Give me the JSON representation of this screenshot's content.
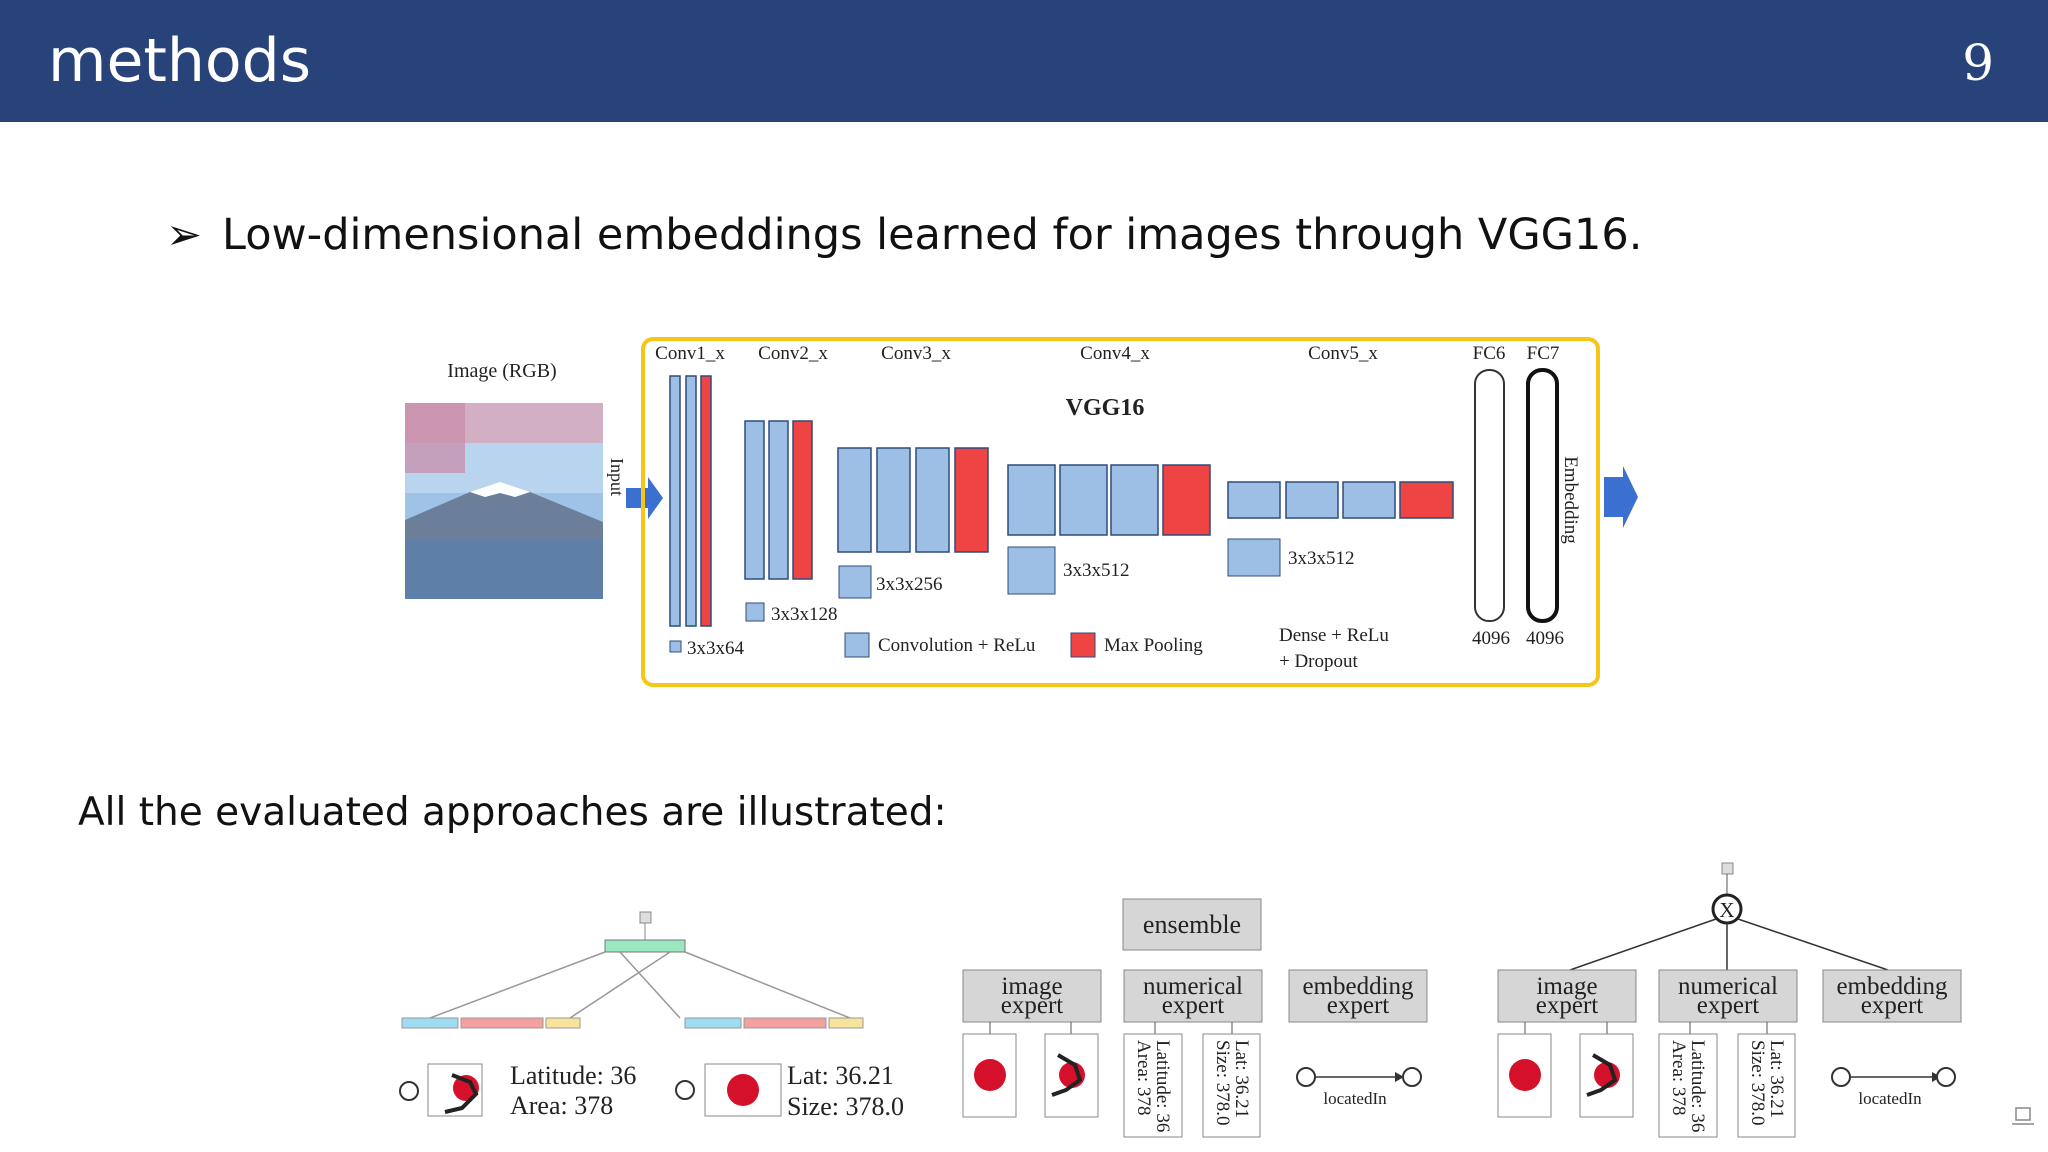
{
  "header": {
    "title": "methods",
    "page_number": "9"
  },
  "bullet": {
    "marker": "➢",
    "text": "Low-dimensional embeddings learned for images through VGG16."
  },
  "vgg": {
    "image_label": "Image (RGB)",
    "input_label": "Input",
    "embedding_label": "Embedding",
    "model_name": "VGG16",
    "blocks": [
      "Conv1_x",
      "Conv2_x",
      "Conv3_x",
      "Conv4_x",
      "Conv5_x",
      "FC6",
      "FC7"
    ],
    "kernels": [
      "3x3x64",
      "3x3x128",
      "3x3x256",
      "3x3x512",
      "3x3x512"
    ],
    "fc_sizes": [
      "4096",
      "4096"
    ],
    "legend_conv": "Convolution + ReLu",
    "legend_pool": "Max Pooling",
    "dense_line1": "Dense + ReLu",
    "dense_line2": "+ Dropout",
    "colors": {
      "border": "#f5c518",
      "conv": "#9dbfe6",
      "pool": "#ef4444",
      "arrow": "#3b6fd0"
    }
  },
  "approaches": {
    "heading": "All the evaluated approaches are illustrated:",
    "fig1": {
      "left_line1": "Latitude: 36",
      "left_line2": "Area: 378",
      "right_line1": "Lat: 36.21",
      "right_line2": "Size: 378.0"
    },
    "fig2": {
      "ensemble": "ensemble",
      "image_expert": [
        "image",
        "expert"
      ],
      "numerical_expert": [
        "numerical",
        "expert"
      ],
      "embedding_expert": [
        "embedding",
        "expert"
      ],
      "vert1": "Latitude: 36",
      "vert2": "Area: 378",
      "vert3": "Lat: 36.21",
      "vert4": "Size: 378.0",
      "relation": "locatedIn"
    },
    "fig3": {
      "image_expert": [
        "image",
        "expert"
      ],
      "numerical_expert": [
        "numerical",
        "expert"
      ],
      "embedding_expert": [
        "embedding",
        "expert"
      ],
      "vert1": "Latitude: 36",
      "vert2": "Area: 378",
      "vert3": "Lat: 36.21",
      "vert4": "Size: 378.0",
      "relation": "locatedIn",
      "combine_symbol": "X"
    }
  }
}
